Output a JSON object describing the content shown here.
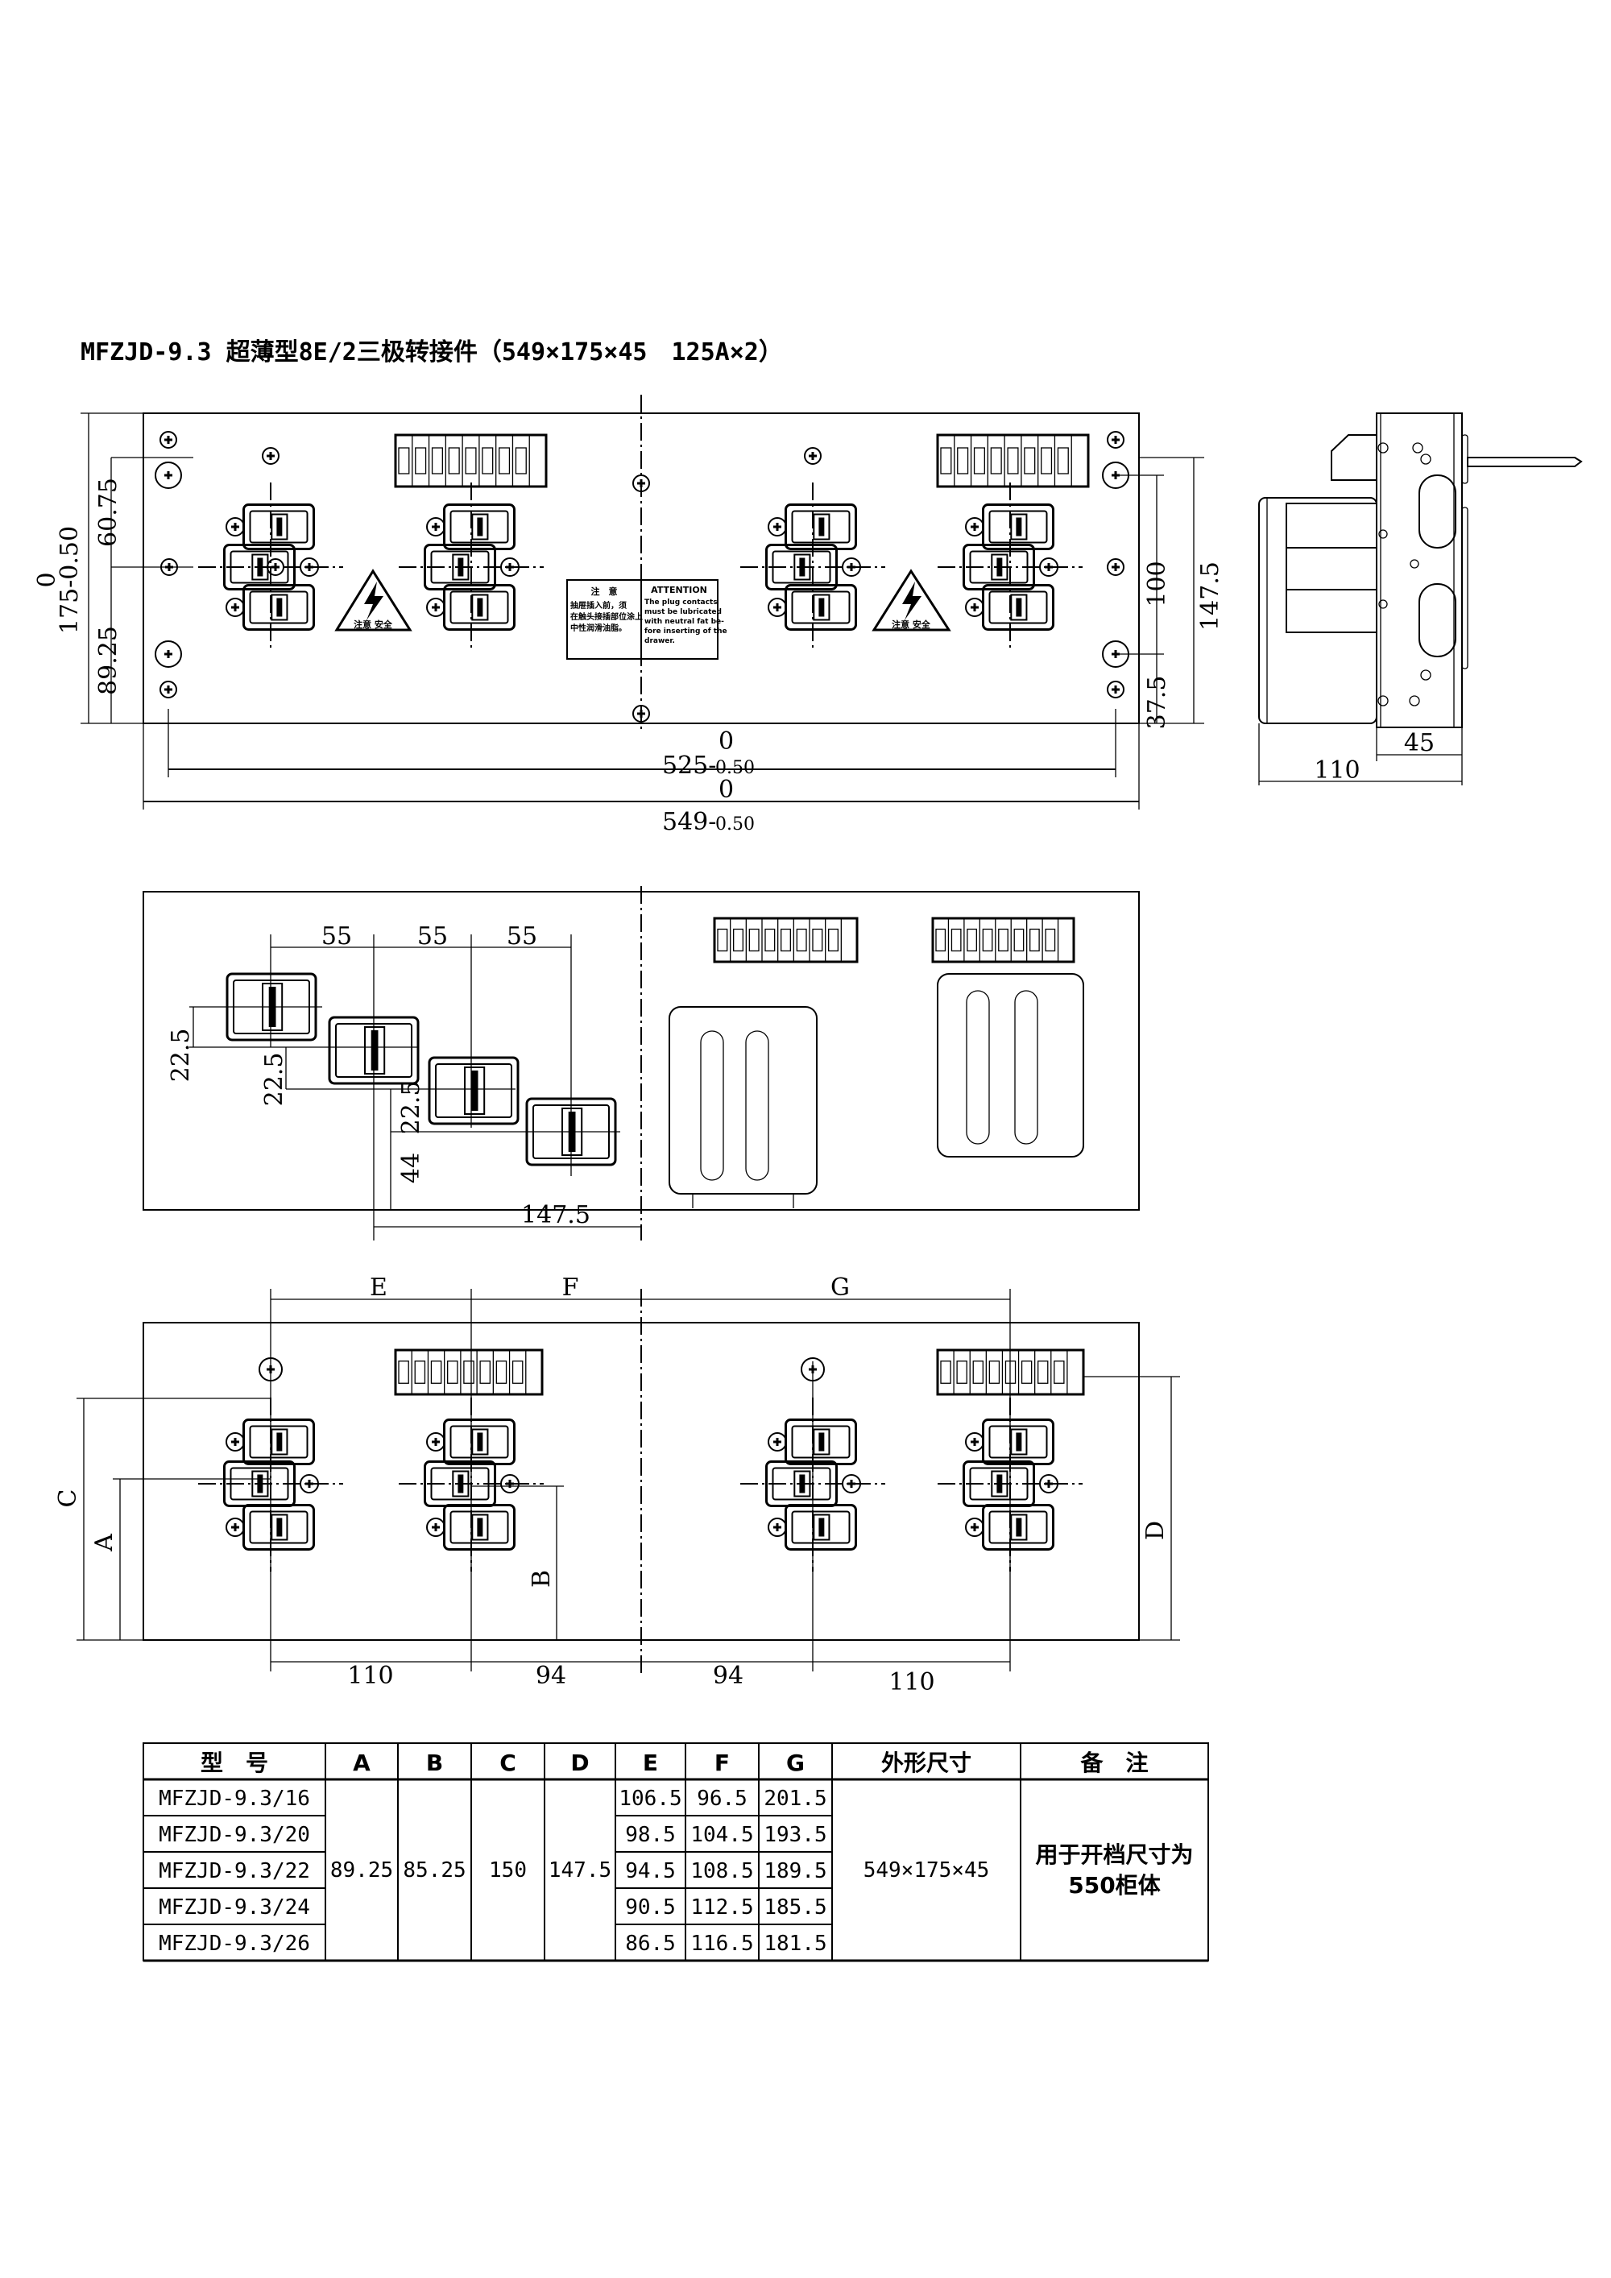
{
  "title": "MFZJD-9.3 超薄型8E/2三极转接件（549×175×45　125A×2）",
  "top_view": {
    "dims": {
      "height_total": "175-0.50",
      "height_tol_upper": "0",
      "d_60_75": "60.75",
      "d_89_25": "89.25",
      "width_inner": "525-",
      "width_inner_tol_upper": "0",
      "width_inner_tol_lower": "0.50",
      "width_total": "549-",
      "width_total_tol_upper": "0",
      "width_total_tol_lower": "0.50",
      "d_100": "100",
      "d_37_5": "37.5",
      "d_147_5": "147.5"
    },
    "warning_label": "注意 安全",
    "notice_cn": {
      "heading": "注　意",
      "lines": [
        "抽屉插入前，须",
        "在触头接插部位涂上",
        "中性润滑油脂。"
      ]
    },
    "notice_en": {
      "heading": "ATTENTION",
      "lines": [
        "The plug contacts",
        "must be lubricated",
        "with neutral fat be-",
        "fore inserting of the",
        "drawer."
      ]
    }
  },
  "side_view": {
    "dims": {
      "depth": "110",
      "plate": "45"
    }
  },
  "spacing_view": {
    "dims": {
      "pitch1": "55",
      "pitch2": "55",
      "pitch3": "55",
      "v1": "22.5",
      "v2": "22.5",
      "v3": "22.5",
      "v4": "44",
      "h": "147.5"
    }
  },
  "bottom_view": {
    "dims": {
      "E": "E",
      "F": "F",
      "G": "G",
      "A": "A",
      "B": "B",
      "C": "C",
      "D": "D",
      "b1": "110",
      "b2": "94",
      "b3": "94",
      "b4": "110"
    }
  },
  "table": {
    "headers": [
      "型　号",
      "A",
      "B",
      "C",
      "D",
      "E",
      "F",
      "G",
      "外形尺寸",
      "备　注"
    ],
    "rows": [
      {
        "model": "MFZJD-9.3/16",
        "E": "106.5",
        "F": "96.5",
        "G": "201.5"
      },
      {
        "model": "MFZJD-9.3/20",
        "E": "98.5",
        "F": "104.5",
        "G": "193.5"
      },
      {
        "model": "MFZJD-9.3/22",
        "E": "94.5",
        "F": "108.5",
        "G": "189.5"
      },
      {
        "model": "MFZJD-9.3/24",
        "E": "90.5",
        "F": "112.5",
        "G": "185.5"
      },
      {
        "model": "MFZJD-9.3/26",
        "E": "86.5",
        "F": "116.5",
        "G": "181.5"
      }
    ],
    "shared": {
      "A": "89.25",
      "B": "85.25",
      "C": "150",
      "D": "147.5",
      "size": "549×175×45",
      "remark_line1": "用于开档尺寸为",
      "remark_line2": "550柜体"
    }
  }
}
